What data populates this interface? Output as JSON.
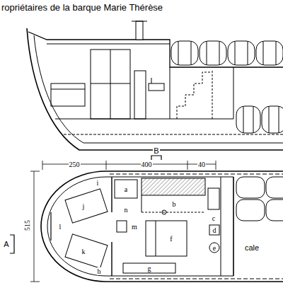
{
  "diagram": {
    "title": "ropriétaires de la barque Marie Thérèse",
    "labels": [
      "250",
      "400",
      "40",
      "515",
      "A",
      "B",
      "a",
      "b",
      "c",
      "d",
      "e",
      "f",
      "g",
      "h",
      "i",
      "j",
      "k",
      "l",
      "m",
      "n",
      "cale"
    ]
  }
}
